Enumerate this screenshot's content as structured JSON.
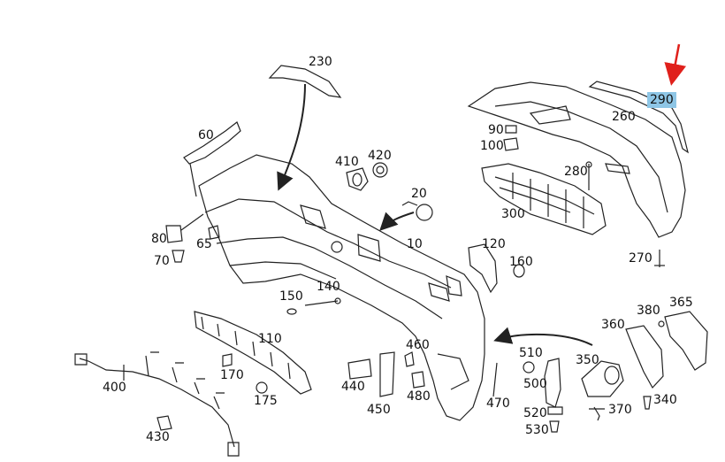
{
  "labels": [
    {
      "id": "p230",
      "text": "230"
    },
    {
      "id": "p290",
      "text": "290"
    },
    {
      "id": "p260",
      "text": "260"
    },
    {
      "id": "p60",
      "text": "60"
    },
    {
      "id": "p90",
      "text": "90"
    },
    {
      "id": "p100",
      "text": "100"
    },
    {
      "id": "p410",
      "text": "410"
    },
    {
      "id": "p420",
      "text": "420"
    },
    {
      "id": "p280",
      "text": "280"
    },
    {
      "id": "p20",
      "text": "20"
    },
    {
      "id": "p300",
      "text": "300"
    },
    {
      "id": "p80",
      "text": "80"
    },
    {
      "id": "p65",
      "text": "65"
    },
    {
      "id": "p10",
      "text": "10"
    },
    {
      "id": "p120",
      "text": "120"
    },
    {
      "id": "p70",
      "text": "70"
    },
    {
      "id": "p270",
      "text": "270"
    },
    {
      "id": "p160",
      "text": "160"
    },
    {
      "id": "p150",
      "text": "150"
    },
    {
      "id": "p140",
      "text": "140"
    },
    {
      "id": "p365",
      "text": "365"
    },
    {
      "id": "p380",
      "text": "380"
    },
    {
      "id": "p360",
      "text": "360"
    },
    {
      "id": "p110",
      "text": "110"
    },
    {
      "id": "p460",
      "text": "460"
    },
    {
      "id": "p510",
      "text": "510"
    },
    {
      "id": "p350",
      "text": "350"
    },
    {
      "id": "p400",
      "text": "400"
    },
    {
      "id": "p170",
      "text": "170"
    },
    {
      "id": "p440",
      "text": "440"
    },
    {
      "id": "p500",
      "text": "500"
    },
    {
      "id": "p480",
      "text": "480"
    },
    {
      "id": "p340",
      "text": "340"
    },
    {
      "id": "p175",
      "text": "175"
    },
    {
      "id": "p470",
      "text": "470"
    },
    {
      "id": "p370",
      "text": "370"
    },
    {
      "id": "p450",
      "text": "450"
    },
    {
      "id": "p520",
      "text": "520"
    },
    {
      "id": "p430",
      "text": "430"
    },
    {
      "id": "p530",
      "text": "530"
    }
  ],
  "highlight": "p290",
  "colors": {
    "line": "#222222",
    "arrow_red": "#e0201b",
    "highlight": "#8ec6e6"
  }
}
